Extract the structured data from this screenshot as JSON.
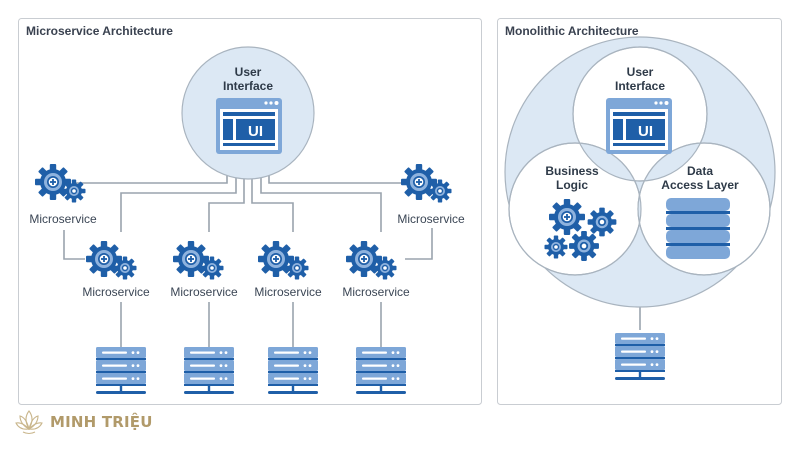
{
  "microservice_panel": {
    "title": "Microservice Architecture",
    "ui_node": {
      "label_line1": "User",
      "label_line2": "Interface",
      "badge": "UI",
      "icon": "ui-window-icon"
    },
    "services": [
      {
        "label": "Microservice",
        "icon": "gears-icon"
      },
      {
        "label": "Microservice",
        "icon": "gears-icon"
      },
      {
        "label": "Microservice",
        "icon": "gears-icon"
      },
      {
        "label": "Microservice",
        "icon": "gears-icon"
      },
      {
        "label": "Microservice",
        "icon": "gears-icon"
      },
      {
        "label": "Microservice",
        "icon": "gears-icon"
      }
    ],
    "databases": [
      {
        "icon": "database-server-icon"
      },
      {
        "icon": "database-server-icon"
      },
      {
        "icon": "database-server-icon"
      },
      {
        "icon": "database-server-icon"
      }
    ]
  },
  "monolithic_panel": {
    "title": "Monolithic Architecture",
    "ui_node": {
      "label_line1": "User",
      "label_line2": "Interface",
      "badge": "UI",
      "icon": "ui-window-icon"
    },
    "business_node": {
      "label_line1": "Business",
      "label_line2": "Logic",
      "icon": "gears-icon"
    },
    "data_node": {
      "label_line1": "Data",
      "label_line2": "Access Layer",
      "icon": "data-layer-icon"
    },
    "database": {
      "icon": "database-server-icon"
    }
  },
  "brand": {
    "name": "MINH TRIỆU",
    "icon": "lotus-logo-icon"
  },
  "colors": {
    "primary_blue": "#1f5fa8",
    "light_blue": "#7ea7d8",
    "circle_fill": "#dce8f4",
    "connector": "#9aa3ad",
    "brand_gold": "#b19a6a"
  }
}
